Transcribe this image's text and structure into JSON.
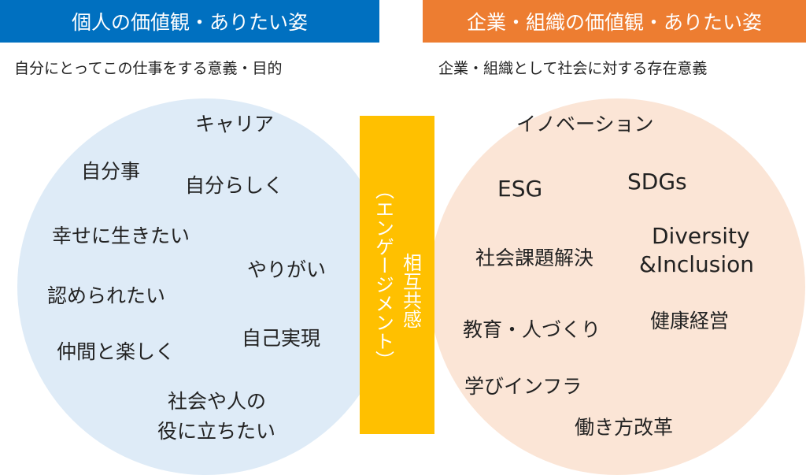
{
  "colors": {
    "left_header": "#0070C0",
    "right_header": "#ED7D31",
    "center": "#FFC000",
    "left_circle": "#DEEBF7",
    "right_circle": "#FBE5D6"
  },
  "left": {
    "header": "個人の価値観・ありたい姿",
    "subtitle": "自分にとってこの仕事をする意義・目的",
    "words": [
      "キャリア",
      "自分事",
      "自分らしく",
      "幸せに生きたい",
      "やりがい",
      "認められたい",
      "自己実現",
      "仲間と楽しく",
      "社会や人の",
      "役に立ちたい"
    ]
  },
  "right": {
    "header": "企業・組織の価値観・ありたい姿",
    "subtitle": "企業・組織として社会に対する存在意義",
    "words": [
      "イノベーション",
      "ESG",
      "SDGs",
      "Diversity",
      "&Inclusion",
      "社会課題解決",
      "健康経営",
      "教育・人づくり",
      "学びインフラ",
      "働き方改革"
    ]
  },
  "center": {
    "line1": "相互共感",
    "line2": "（エンゲージメント）"
  }
}
